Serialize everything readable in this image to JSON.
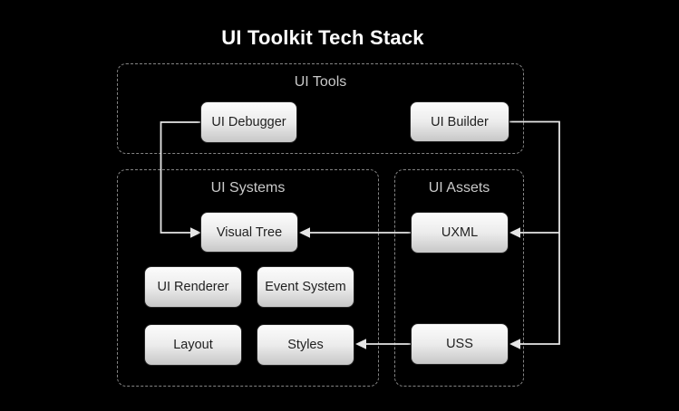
{
  "title": "UI Toolkit Tech Stack",
  "colors": {
    "page_bg": "#000000",
    "title_color": "#ffffff",
    "group_border": "#848484",
    "group_label": "#c9c9c9",
    "node_top": "#fcfcfc",
    "node_bottom": "#c7c7c7",
    "node_text": "#1f1f1f",
    "edge": "#e6e6e6"
  },
  "containers": [
    {
      "id": "ui-tools",
      "label": "UI Tools"
    },
    {
      "id": "ui-systems",
      "label": "UI Systems"
    },
    {
      "id": "ui-assets",
      "label": "UI Assets"
    }
  ],
  "nodes": [
    {
      "id": "ui-debugger",
      "label": "UI Debugger",
      "group": "ui-tools"
    },
    {
      "id": "ui-builder",
      "label": "UI Builder",
      "group": "ui-tools"
    },
    {
      "id": "visual-tree",
      "label": "Visual Tree",
      "group": "ui-systems"
    },
    {
      "id": "ui-renderer",
      "label": "UI Renderer",
      "group": "ui-systems"
    },
    {
      "id": "event-system",
      "label": "Event System",
      "group": "ui-systems"
    },
    {
      "id": "layout",
      "label": "Layout",
      "group": "ui-systems"
    },
    {
      "id": "styles",
      "label": "Styles",
      "group": "ui-systems"
    },
    {
      "id": "uxml",
      "label": "UXML",
      "group": "ui-assets"
    },
    {
      "id": "uss",
      "label": "USS",
      "group": "ui-assets"
    }
  ],
  "edges": [
    {
      "from": "ui-debugger",
      "to": "visual-tree"
    },
    {
      "from": "uxml",
      "to": "visual-tree"
    },
    {
      "from": "ui-builder",
      "to": "uxml"
    },
    {
      "from": "ui-builder",
      "to": "uss"
    },
    {
      "from": "uss",
      "to": "styles"
    }
  ]
}
